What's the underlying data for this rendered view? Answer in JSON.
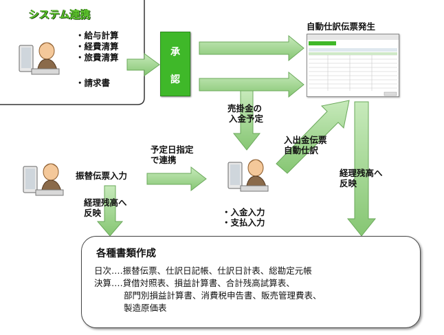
{
  "system_link": {
    "title": "システム連携",
    "items": [
      "給与計算",
      "経費清算",
      "旅費清算",
      "請求書"
    ]
  },
  "approval": {
    "chars": [
      "承",
      "認"
    ]
  },
  "auto_journal": {
    "label": "自動仕訳伝票発生"
  },
  "flows": {
    "ar_label": [
      "売掛金の",
      "入金予定"
    ],
    "cash_slip_label": [
      "入出金伝票",
      "自動仕訳"
    ],
    "scheduled_label": [
      "予定日指定",
      "で連携"
    ],
    "ledger_right_label": [
      "経理残高へ",
      "反映"
    ],
    "ledger_left_label": [
      "経理残高へ",
      "反映"
    ]
  },
  "transfer": {
    "label": "振替伝票入力"
  },
  "cash_entry": {
    "items": [
      "入金入力",
      "支払入力"
    ]
  },
  "documents": {
    "title": "各種書類作成",
    "lines": [
      "日次‥‥振替伝票、仕訳日記帳、仕訳日計表、総勘定元帳",
      "決算‥‥貸借対照表、損益計算書、合計残高試算表、",
      "部門別損益計算書、消費税申告書、販売管理費表、",
      "製造原価表"
    ]
  },
  "colors": {
    "arrow_fill": "#9dd28d",
    "approve_box": "#3fb829",
    "title_green": "#5fc72e"
  }
}
